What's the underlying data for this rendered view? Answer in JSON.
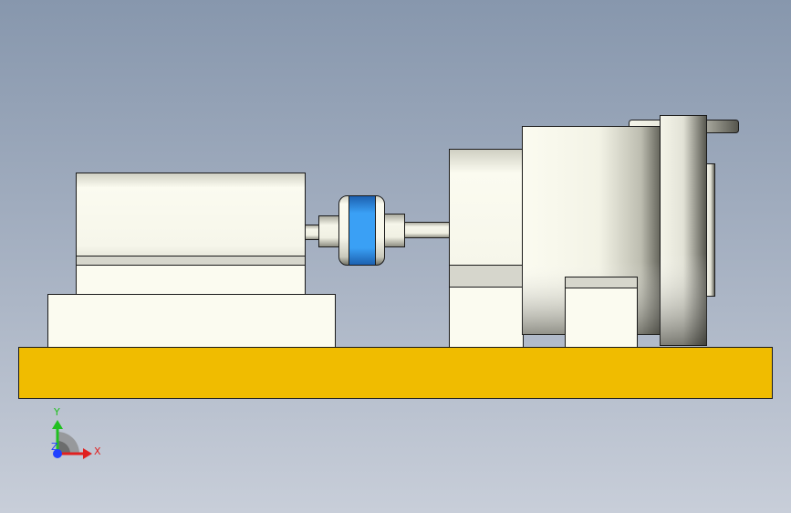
{
  "viewport": {
    "background_top": "#8797ad",
    "background_bottom": "#c8ced9"
  },
  "colors": {
    "baseplate": "#f0bc00",
    "part_body": "#fbfbf0",
    "part_shade": "#d0d0c8",
    "coupling_band": "#3a9cf0",
    "edge": "#1a1a1a"
  },
  "triad": {
    "x_label": "X",
    "y_label": "Y",
    "z_label": "Z",
    "x_color": "#e02020",
    "y_color": "#20c020",
    "z_color": "#2040ff"
  }
}
